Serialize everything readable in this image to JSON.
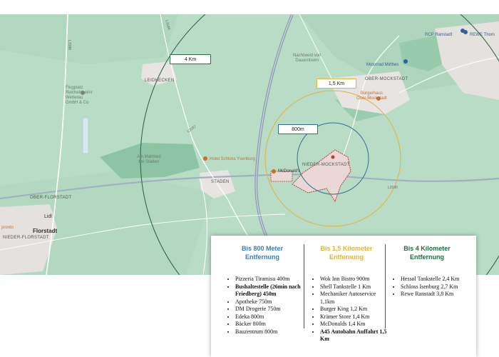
{
  "map": {
    "colors": {
      "land": "#b9dcc6",
      "field": "#a9d2b9",
      "forest": "#8cc4a4",
      "road_main": "#8c9bb0",
      "road_minor": "#ffffff",
      "ring_800m": "#2f6f8f",
      "ring_1_5km": "#e0b43a",
      "ring_4km": "#2e6b4a",
      "village": "#e7e4e1"
    },
    "ring_labels": {
      "km4": "4 Km",
      "km1_5": "1,5 Km",
      "m800": "800m"
    },
    "places": {
      "leidhecken": "LEIDHECKEN",
      "staden": "STADEN",
      "nieder_mockstadt": "NIEDER-MOCKSTADT",
      "ober_mockstadt": "OBER-MOCKSTADT",
      "ober_florstadt": "OBER-FLORSTADT",
      "nieder_florstadt": "NIEDER-FLORSTADT",
      "florstadt": "Florstadt",
      "lidl": "Lidl"
    },
    "pois": {
      "flugplatz": "Flugplatz\nReichelsheim/\nWetterau\nGmbH & Co",
      "nachtweid": "Nachtweid von\nDauernheim",
      "motorrad": "Motorrad Mirthes",
      "rcp": "RCP Ranstadt",
      "rewe": "REWE Thom",
      "buergerhaus": "Bürgerhaus\nOber-Mockstadt",
      "mahlried": "Am Mahlried\nbei Staden",
      "hotel": "Hotel Schloss Ysenburg",
      "mcdonalds": "McDonald's",
      "pronto": "pronto"
    },
    "roads": {
      "l3188": "L3188",
      "l3186": "L3186",
      "l3187": "L3187",
      "l3190": "L3190"
    }
  },
  "legend": {
    "columns": [
      {
        "title": "Bis 800 Meter\nEntfernung",
        "color": "#3c7ab8",
        "items": [
          {
            "text": "Pizzeria Tiramisu 400m",
            "bold": false
          },
          {
            "text": "Bushaltestelle (26min nach Friedberg) 450m",
            "bold": true
          },
          {
            "text": "Apotheke 750m",
            "bold": false
          },
          {
            "text": "DM Drogerie 750m",
            "bold": false
          },
          {
            "text": "Edeka 800m",
            "bold": false
          },
          {
            "text": "Bäcker 800m",
            "bold": false
          },
          {
            "text": "Bauzentrum 800m",
            "bold": false
          }
        ]
      },
      {
        "title": "Bis 1,5 Kilometer\nEntfernung",
        "color": "#e0b43a",
        "items": [
          {
            "text": "Wok Inn Bistro 900m",
            "bold": false
          },
          {
            "text": "Shell Tankstelle 1 Km",
            "bold": false
          },
          {
            "text": "Mechaniker Autoservice 1,1km",
            "bold": false
          },
          {
            "text": "Burger King 1,2 Km",
            "bold": false
          },
          {
            "text": "Krämer Store 1,4 Km",
            "bold": false
          },
          {
            "text": "McDonalds 1,4 Km",
            "bold": false
          },
          {
            "text": "A45 Autobahn Auffahrt 1,5 Km",
            "bold": true
          }
        ]
      },
      {
        "title": "Bis 4 Kilometer\nEntfernung",
        "color": "#1f6b45",
        "items": [
          {
            "text": "Hessol Tankstelle 2,4 Km",
            "bold": false
          },
          {
            "text": "Schloss Isenburg 2,7 Km",
            "bold": false
          },
          {
            "text": "Rewe Ranstadt 3,8 Km",
            "bold": false
          }
        ]
      }
    ]
  }
}
